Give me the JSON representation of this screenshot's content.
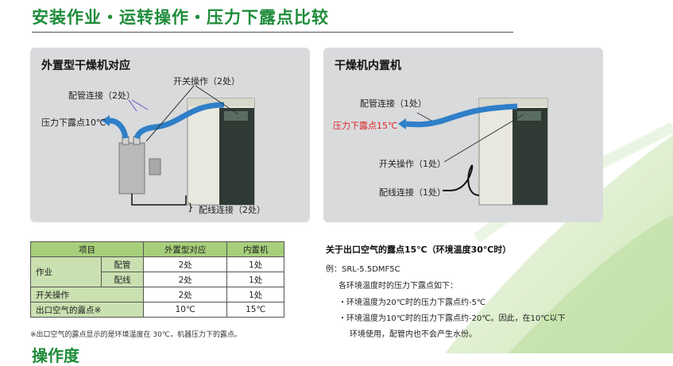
{
  "header": {
    "title": "安装作业・运转操作・压力下露点比较"
  },
  "left_panel": {
    "title": "外置型干燥机对应",
    "label_switch": "开关操作（2处）",
    "label_pipe": "配管连接（2处）",
    "label_dewpoint": "压力下露点10℃",
    "label_wiring": "配线连接（2处）"
  },
  "right_panel": {
    "title": "干燥机内置机",
    "label_pipe": "配管连接（1处）",
    "label_dewpoint": "压力下露点15℃",
    "label_switch": "开关操作（1处）",
    "label_wiring": "配线连接（1处）"
  },
  "table": {
    "headers": [
      "项目",
      "外置型对应",
      "内置机"
    ],
    "rows": {
      "work_label": "作业",
      "pipe_label": "配管",
      "pipe_ext": "2处",
      "pipe_int": "1处",
      "wire_label": "配线",
      "wire_ext": "2处",
      "wire_int": "1处",
      "switch_label": "开关操作",
      "switch_ext": "2处",
      "switch_int": "1处",
      "dew_label": "出口空气的露点※",
      "dew_ext": "10℃",
      "dew_int": "15℃"
    }
  },
  "footnote": "※出口空气的露点显示的是环境温度在 30℃，机器压力下的露点。",
  "notes": {
    "title": "关于出口空气的露点15℃（环境温度30℃时）",
    "example": "例：SRL-5.5DMF5C",
    "intro": "各环境温度时的压力下露点如下：",
    "bullet1": "・环境温度为20℃时的压力下露点约-5℃",
    "bullet2": "・环境温度为10℃时的压力下露点约-20℃。因此，在10℃以下",
    "bullet2_cont": "环境使用，配管内也不会产生水份。"
  },
  "bottom_heading": "操作度",
  "colors": {
    "accent_green": "#1e8c3a",
    "pipe_blue": "#2f7fc8",
    "dewpoint_red": "#e0262b",
    "table_header": "#a7cf7b"
  }
}
